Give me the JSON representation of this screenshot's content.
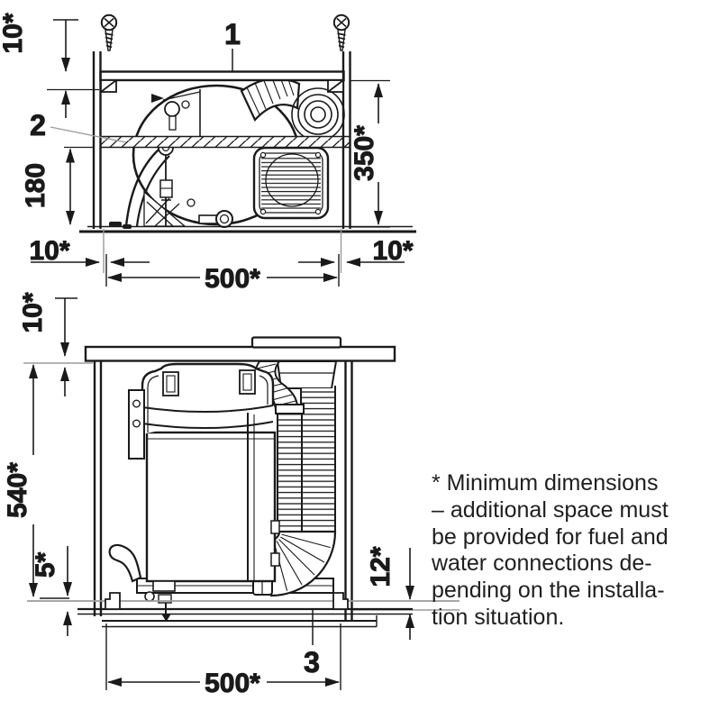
{
  "figure_type": "installation-clearance-diagram",
  "colors": {
    "ink": "#1a1a1a",
    "extension_gray": "#9b9b9b",
    "background": "#ffffff"
  },
  "top_view": {
    "label_board": "1",
    "label_partition": "2",
    "dim_board_offset": "10*",
    "dim_interior_height": "350*",
    "dim_partition_height": "180",
    "dim_gap_left": "10*",
    "dim_gap_right": "10*",
    "dim_width": "500*"
  },
  "side_view": {
    "label_floor": "3",
    "dim_top_gap": "10*",
    "dim_height": "540*",
    "dim_bottom_gap": "5*",
    "dim_floor_gap": "12*",
    "dim_width": "500*"
  },
  "note": {
    "lines": [
      "* Minimum dimensions",
      "– additional space must",
      "be provided for fuel and",
      "water connections de-",
      "pending on the installa-",
      "tion situation."
    ]
  }
}
